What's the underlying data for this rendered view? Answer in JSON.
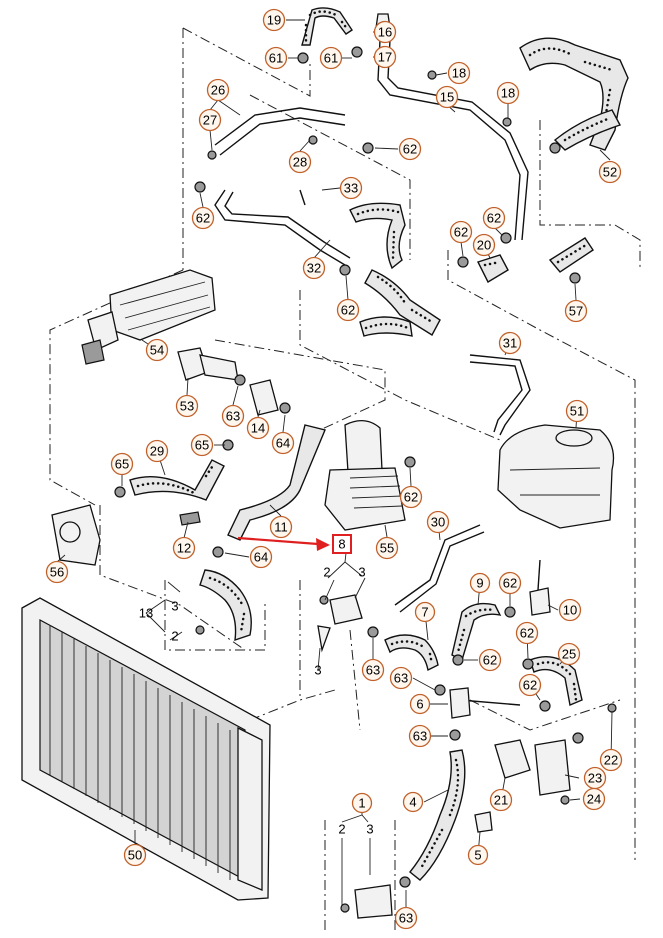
{
  "callouts": [
    {
      "id": "c19",
      "label": "19"
    },
    {
      "id": "c16",
      "label": "16"
    },
    {
      "id": "c61a",
      "label": "61"
    },
    {
      "id": "c61b",
      "label": "61"
    },
    {
      "id": "c17",
      "label": "17"
    },
    {
      "id": "c18a",
      "label": "18"
    },
    {
      "id": "c26",
      "label": "26"
    },
    {
      "id": "c27",
      "label": "27"
    },
    {
      "id": "c15",
      "label": "15"
    },
    {
      "id": "c18b",
      "label": "18"
    },
    {
      "id": "c28",
      "label": "28"
    },
    {
      "id": "c62a",
      "label": "62"
    },
    {
      "id": "c52",
      "label": "52"
    },
    {
      "id": "c33",
      "label": "33"
    },
    {
      "id": "c62b",
      "label": "62"
    },
    {
      "id": "c62c",
      "label": "62"
    },
    {
      "id": "c62d",
      "label": "62"
    },
    {
      "id": "c20",
      "label": "20"
    },
    {
      "id": "c32",
      "label": "32"
    },
    {
      "id": "c62e",
      "label": "62"
    },
    {
      "id": "c57",
      "label": "57"
    },
    {
      "id": "c54",
      "label": "54"
    },
    {
      "id": "c31",
      "label": "31"
    },
    {
      "id": "c53",
      "label": "53"
    },
    {
      "id": "c63a",
      "label": "63"
    },
    {
      "id": "c14",
      "label": "14"
    },
    {
      "id": "c51",
      "label": "51"
    },
    {
      "id": "c65a",
      "label": "65"
    },
    {
      "id": "c64a",
      "label": "64"
    },
    {
      "id": "c29",
      "label": "29"
    },
    {
      "id": "c65b",
      "label": "65"
    },
    {
      "id": "c62f",
      "label": "62"
    },
    {
      "id": "c56",
      "label": "56"
    },
    {
      "id": "c12",
      "label": "12"
    },
    {
      "id": "c11",
      "label": "11"
    },
    {
      "id": "c30",
      "label": "30"
    },
    {
      "id": "c55",
      "label": "55"
    },
    {
      "id": "c64b",
      "label": "64"
    },
    {
      "id": "c9",
      "label": "9"
    },
    {
      "id": "c62g",
      "label": "62"
    },
    {
      "id": "c10",
      "label": "10"
    },
    {
      "id": "c7",
      "label": "7"
    },
    {
      "id": "c62h",
      "label": "62"
    },
    {
      "id": "c62i",
      "label": "62"
    },
    {
      "id": "c25",
      "label": "25"
    },
    {
      "id": "c63b",
      "label": "63"
    },
    {
      "id": "c63c",
      "label": "63"
    },
    {
      "id": "c62j",
      "label": "62"
    },
    {
      "id": "c6",
      "label": "6"
    },
    {
      "id": "c63d",
      "label": "63"
    },
    {
      "id": "c22",
      "label": "22"
    },
    {
      "id": "c23",
      "label": "23"
    },
    {
      "id": "c24",
      "label": "24"
    },
    {
      "id": "c21",
      "label": "21"
    },
    {
      "id": "c4",
      "label": "4"
    },
    {
      "id": "c5",
      "label": "5"
    },
    {
      "id": "c50",
      "label": "50"
    },
    {
      "id": "c1",
      "label": "1"
    },
    {
      "id": "c63e",
      "label": "63"
    }
  ],
  "plain_labels": [
    {
      "id": "p13",
      "label": "13"
    },
    {
      "id": "p3a",
      "label": "3"
    },
    {
      "id": "p2a",
      "label": "2"
    },
    {
      "id": "p2b",
      "label": "2"
    },
    {
      "id": "p3b",
      "label": "3"
    },
    {
      "id": "p3c",
      "label": "3"
    },
    {
      "id": "p2c",
      "label": "2"
    },
    {
      "id": "p3d",
      "label": "3"
    }
  ],
  "highlight": {
    "label": "8",
    "box_color": "#e02020",
    "arrow_color": "#e02020"
  },
  "colors": {
    "callout_fill": "#fff7ee",
    "callout_stroke": "#c0602a"
  }
}
